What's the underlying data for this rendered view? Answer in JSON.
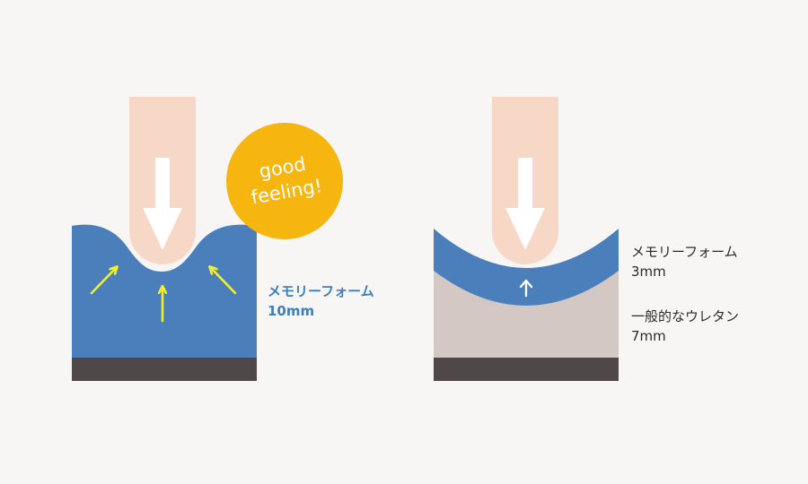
{
  "colors": {
    "background": "#f8f6f4",
    "finger": "#f7d7c6",
    "memory_foam": "#4a7fbc",
    "urethane": "#d3c8c4",
    "base": "#504848",
    "badge": "#f6b50f",
    "pressure_arrows": "#f4ee2a",
    "text_blue": "#3e7ebf",
    "text_dark": "#2a2a2a"
  },
  "icons": {
    "press_arrow": "down-arrow",
    "pressure_arrow": "arrow",
    "rebound_arrow": "up-arrow"
  },
  "left": {
    "badge": {
      "line1": "good",
      "line2": "feeling!"
    },
    "label": {
      "name": "メモリーフォーム",
      "thickness": "10mm"
    }
  },
  "right": {
    "top_label": {
      "name": "メモリーフォーム",
      "thickness": "3mm"
    },
    "bottom_label": {
      "name": "一般的なウレタン",
      "thickness": "7mm"
    }
  }
}
